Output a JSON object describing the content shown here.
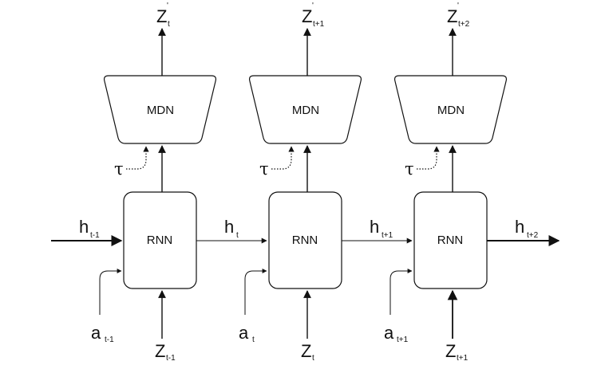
{
  "stages": [
    {
      "rnn_label": "RNN",
      "mdn_label": "MDN",
      "tau": "τ",
      "z_out": {
        "base": "Z",
        "prime": "'",
        "sub": "t"
      },
      "action": {
        "base": "a",
        "sub": "t-1"
      },
      "z_in": {
        "base": "Z",
        "sub": "t-1"
      }
    },
    {
      "rnn_label": "RNN",
      "mdn_label": "MDN",
      "tau": "τ",
      "z_out": {
        "base": "Z",
        "prime": "'",
        "sub": "t+1"
      },
      "action": {
        "base": "a",
        "sub": "t"
      },
      "z_in": {
        "base": "Z",
        "sub": "t"
      }
    },
    {
      "rnn_label": "RNN",
      "mdn_label": "MDN",
      "tau": "τ",
      "z_out": {
        "base": "Z",
        "prime": "'",
        "sub": "t+2"
      },
      "action": {
        "base": "a",
        "sub": "t+1"
      },
      "z_in": {
        "base": "Z",
        "sub": "t+1"
      }
    }
  ],
  "hidden_states": [
    {
      "base": "h",
      "sub": "t-1"
    },
    {
      "base": "h",
      "sub": "t"
    },
    {
      "base": "h",
      "sub": "t+1"
    },
    {
      "base": "h",
      "sub": "t+2"
    }
  ],
  "colors": {
    "stroke": "#111111",
    "background": "#ffffff"
  }
}
